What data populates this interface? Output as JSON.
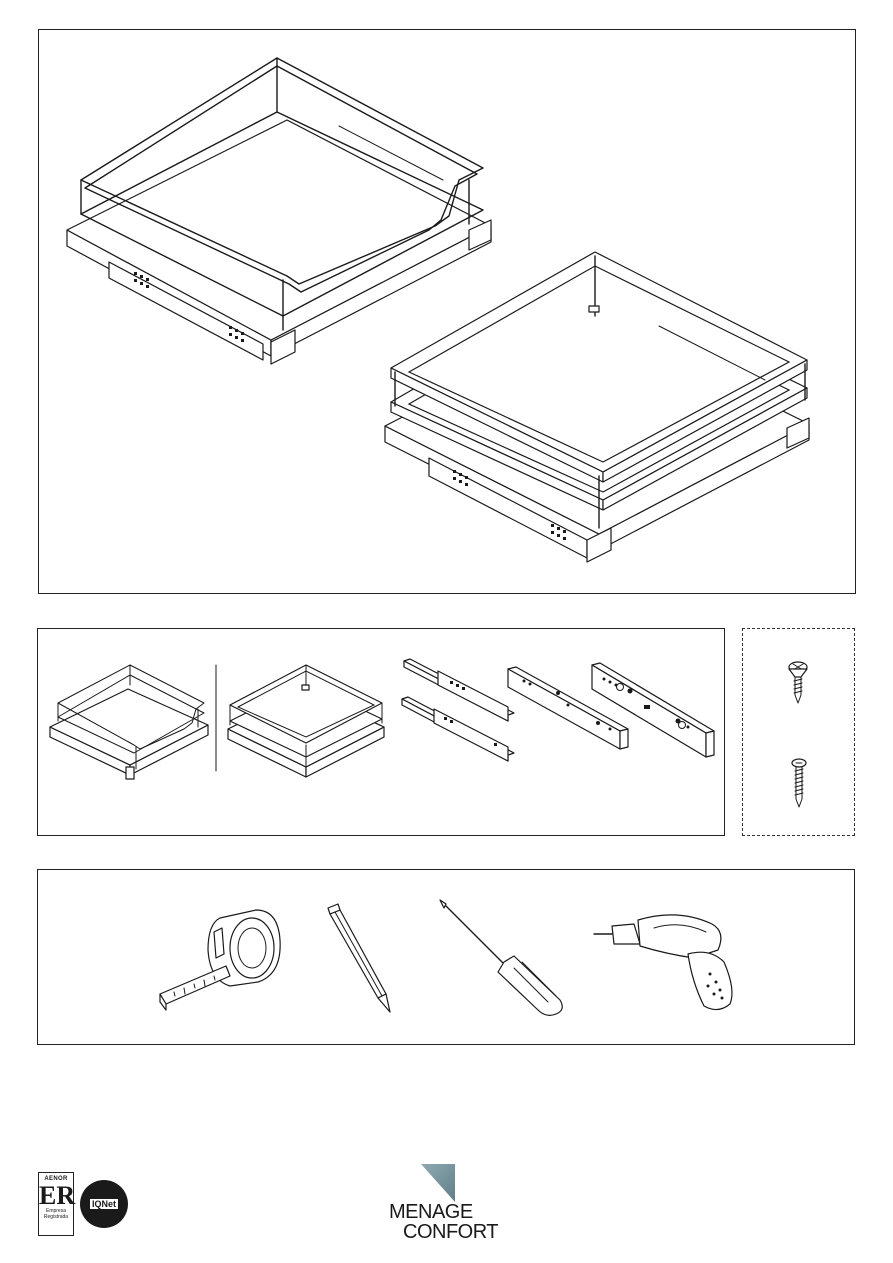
{
  "footer": {
    "certification_badge": {
      "org": "AENOR",
      "mark": "ER",
      "caption_line1": "Empresa",
      "caption_line2": "Registrada"
    },
    "iqnet_badge": "IQNet",
    "brand": {
      "line1": "MENAGE",
      "line2": "CONFORT"
    }
  },
  "icons": {
    "hero": [
      "wire-basket-curved-front-icon",
      "wire-basket-double-rail-icon"
    ],
    "parts": [
      "basket-curved-front-icon",
      "basket-double-rail-icon",
      "drawer-slide-pair-icon",
      "mounting-plate-icon",
      "mounting-plate-with-fittings-icon"
    ],
    "screws": [
      "countersunk-screw-icon",
      "panhead-screw-icon"
    ],
    "tools": [
      "tape-measure-icon",
      "pencil-icon",
      "screwdriver-icon",
      "cordless-drill-icon"
    ]
  },
  "colors": {
    "brand_accent": "#6f8f99",
    "line": "#1a1a1a"
  }
}
